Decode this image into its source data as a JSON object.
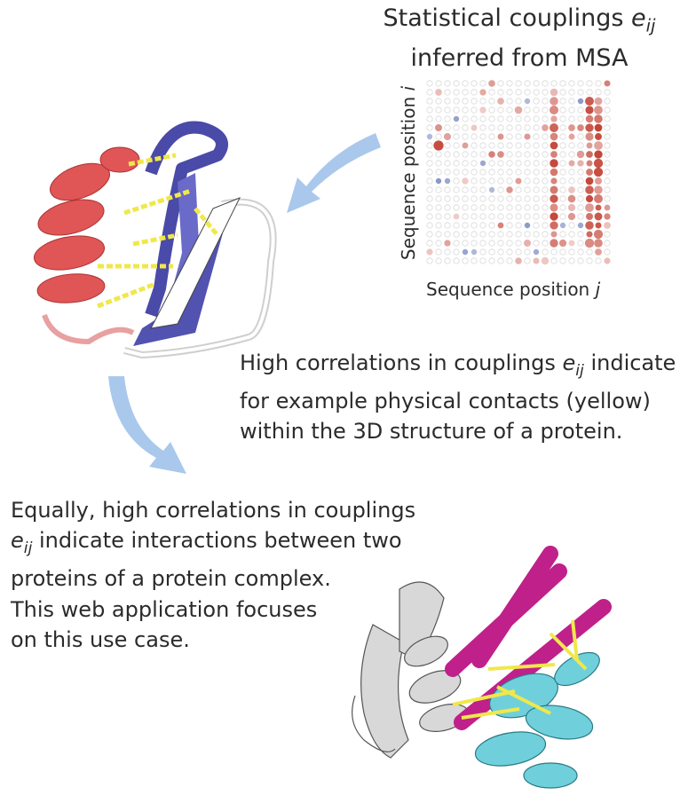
{
  "heading": {
    "line1_prefix": "Statistical couplings ",
    "symbol": "e",
    "subscript": "ij",
    "line2": "inferred from MSA"
  },
  "matrix": {
    "y_label_prefix": "Sequence position ",
    "y_label_var": "i",
    "x_label_prefix": "Sequence position ",
    "x_label_var": "j",
    "colors": {
      "positive": "#c0392b",
      "negative": "#5b6fb4",
      "empty": "#d8d8d8"
    }
  },
  "caption_structure": {
    "line1_prefix": "High correlations in couplings ",
    "symbol": "e",
    "subscript": "ij",
    "line1_suffix": " indicate",
    "line2": "for example physical contacts (yellow)",
    "line3": "within the 3D structure of a protein."
  },
  "caption_complex": {
    "line1": "Equally, high correlations in couplings",
    "symbol": "e",
    "subscript": "ij",
    "line2_suffix": " indicate interactions between two",
    "line3": "proteins of a protein complex."
  },
  "caption_focus": {
    "line1": "This web application focuses",
    "line2": "on this use case."
  },
  "colors": {
    "arrow": "#a9c8ec",
    "helix_red": "#e05555",
    "strand_blue": "#4a4aa8",
    "contact_yellow": "#f0e84a",
    "magenta": "#c0208a",
    "cyan": "#6fd0dc",
    "grey": "#cfcfcf"
  }
}
